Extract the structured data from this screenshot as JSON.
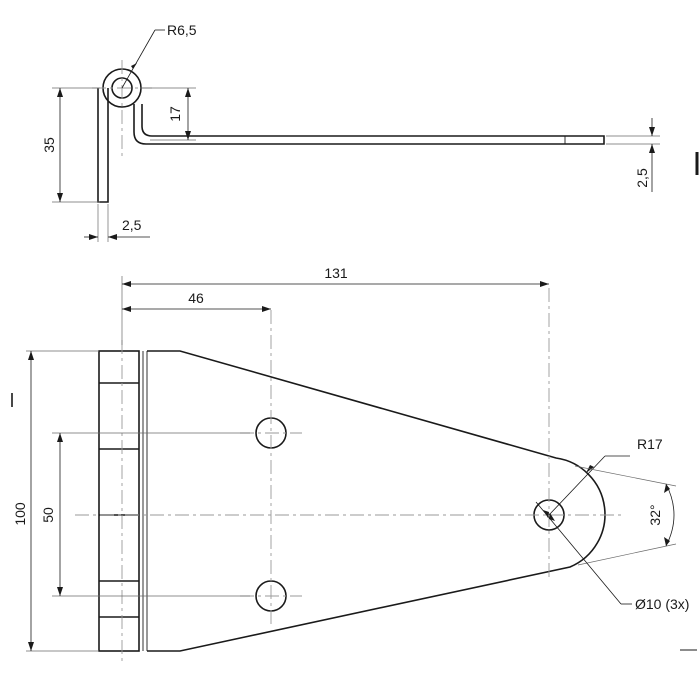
{
  "drawing": {
    "side_view": {
      "bend_radius": "R6,5",
      "height": "35",
      "offset": "17",
      "thickness_right": "2,5",
      "thickness_bottom": "2,5"
    },
    "top_view": {
      "overall_length": "131",
      "hole_offset": "46",
      "height": "100",
      "hole_spacing": "50",
      "tip_radius": "R17",
      "angle": "32°",
      "hole_diameter": "Ø10 (3x)"
    }
  }
}
